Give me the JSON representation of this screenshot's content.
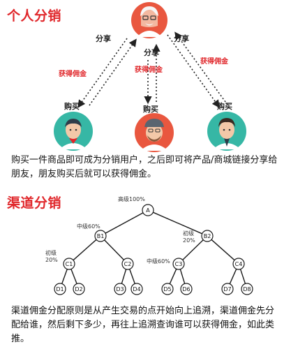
{
  "personal": {
    "title": "个人分销",
    "share_labels": [
      "分享",
      "分享",
      "分享"
    ],
    "commission_labels": [
      "获得佣金",
      "获得佣金",
      "获得佣金"
    ],
    "buy_labels": [
      "购买",
      "购买",
      "购买"
    ],
    "description": "购买一件商品即可成为分销用户，之后即可将产品/商城链接分享给朋友，朋友购买后就可以获得佣金。"
  },
  "channel": {
    "title": "渠道分销",
    "tree": {
      "root": "A",
      "level_b": [
        "B1",
        "B2"
      ],
      "level_c": [
        "C1",
        "C2",
        "C3",
        "C4"
      ],
      "level_d": [
        "D1",
        "D2",
        "D3",
        "D4",
        "D5",
        "D6",
        "D7",
        "D8"
      ]
    },
    "level_labels": {
      "top": "高级100%",
      "mid_left": "中级60%",
      "mid_right": "初级\n20%",
      "low_left": "初级\n20%",
      "low_mid": "中级60%"
    },
    "description": "渠道佣金分配原则是从产生交易的点开始向上追溯，渠道佣金先分配给谁，然后剩下多少，再往上追溯查询谁可以获得佣金，如此类推。"
  },
  "colors": {
    "accent_red": "#e0262a",
    "avatar_top_bg": "#e9573f",
    "avatar_left_bg": "#36b7a5",
    "avatar_mid_bg": "#e9573f",
    "avatar_right_bg": "#36b7a5"
  }
}
